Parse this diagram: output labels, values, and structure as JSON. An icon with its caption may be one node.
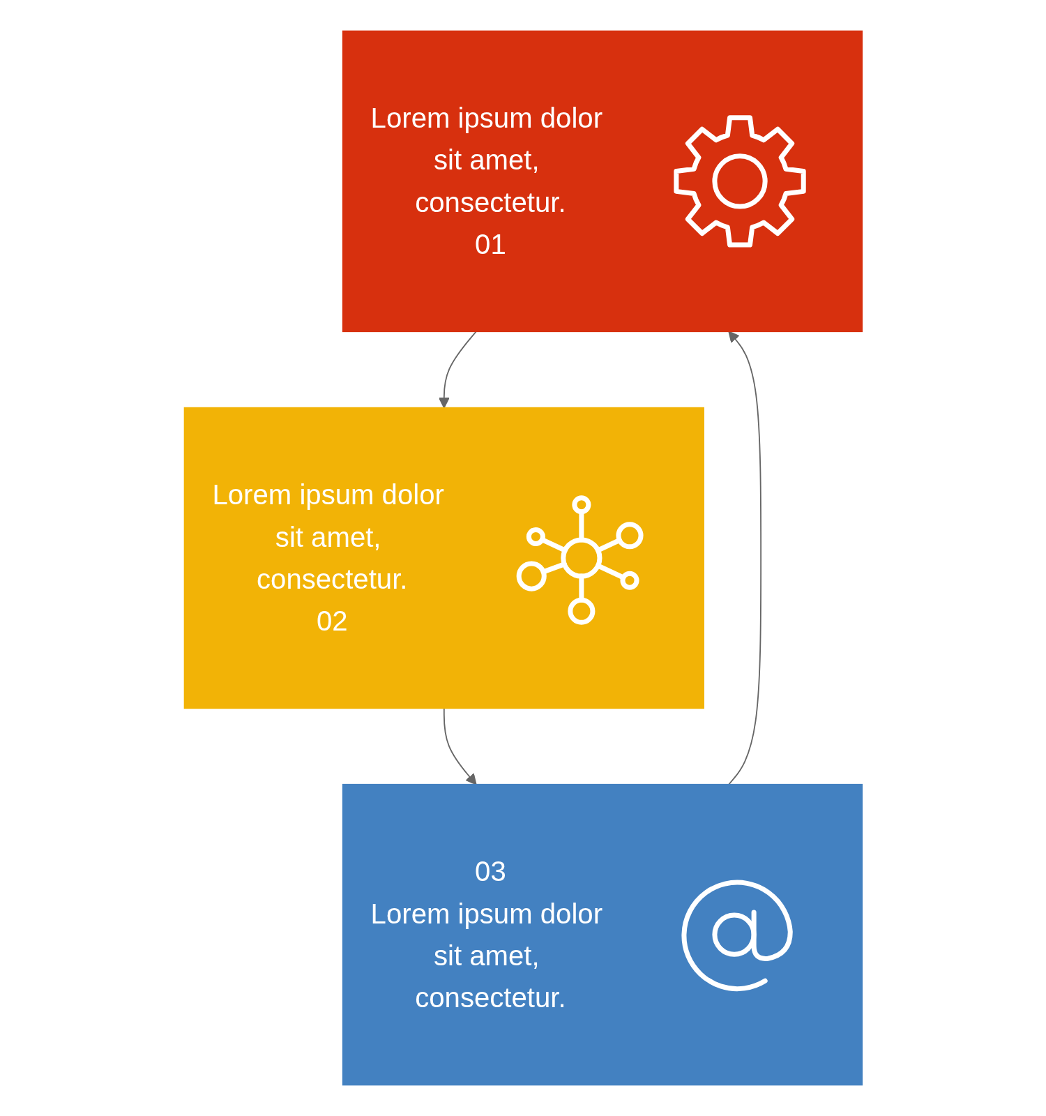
{
  "diagram": {
    "nodes": [
      {
        "text": [
          "Lorem ipsum dolor sit amet, consectetur.",
          "01"
        ]
      },
      {
        "text": [
          "Lorem ipsum dolor sit amet, consectetur.",
          "02"
        ]
      },
      {
        "text": [
          "03",
          "Lorem ipsum dolor sit amet, consectetur."
        ]
      }
    ],
    "edges": [
      {
        "from": 0,
        "to": 1,
        "arrow": "to"
      },
      {
        "from": 1,
        "to": 2,
        "arrow": "to"
      },
      {
        "from": 2,
        "to": 0,
        "arrow": "to"
      }
    ]
  }
}
